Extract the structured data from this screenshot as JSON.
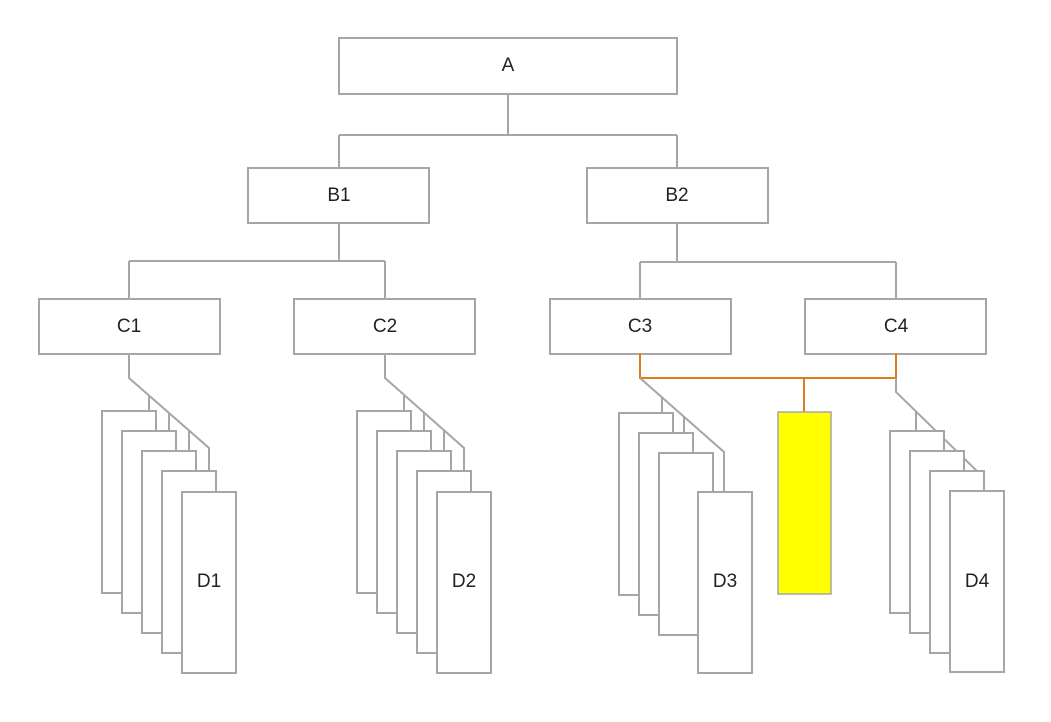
{
  "nodes": {
    "a": "A",
    "b1": "B1",
    "b2": "B2",
    "c1": "C1",
    "c2": "C2",
    "c3": "C3",
    "c4": "C4",
    "d1": "D1",
    "d2": "D2",
    "d3": "D3",
    "d4": "D4"
  },
  "colors": {
    "line": "#a6a6a6",
    "highlight_line": "#e07b1a",
    "highlight_fill": "#ffff00"
  }
}
